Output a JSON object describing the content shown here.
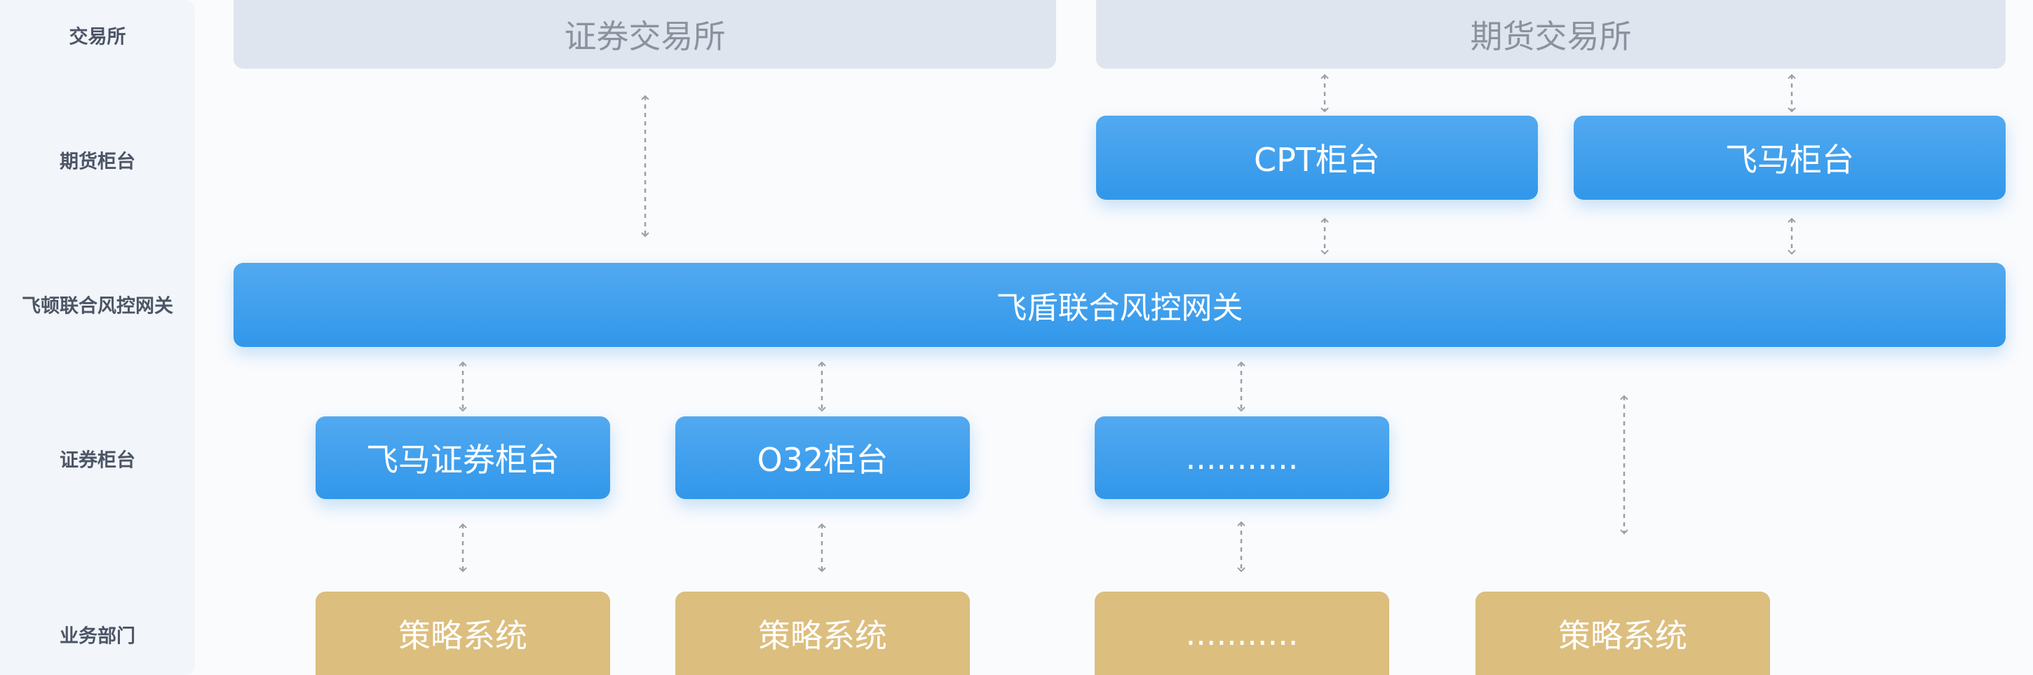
{
  "row_labels": {
    "exchange": "交易所",
    "futures_counter": "期货柜台",
    "gateway": "飞顿联合风控网关",
    "securities_counter": "证券柜台",
    "business_dept": "业务部门"
  },
  "exchanges": {
    "securities": "证券交易所",
    "futures": "期货交易所"
  },
  "futures_counters": {
    "cpt": "CPT柜台",
    "feima": "飞马柜台"
  },
  "gateway": "飞盾联合风控网关",
  "securities_counters": {
    "feima": "飞马证券柜台",
    "o32": "O32柜台",
    "other": "..........."
  },
  "business": {
    "strategy_1": "策略系统",
    "strategy_2": "策略系统",
    "other": "...........",
    "strategy_3": "策略系统"
  },
  "colors": {
    "blue": "#3a9ceb",
    "gold": "#dcbe7e",
    "exchange_bg": "#dfe5ef",
    "arrow": "#9aa0a8"
  }
}
